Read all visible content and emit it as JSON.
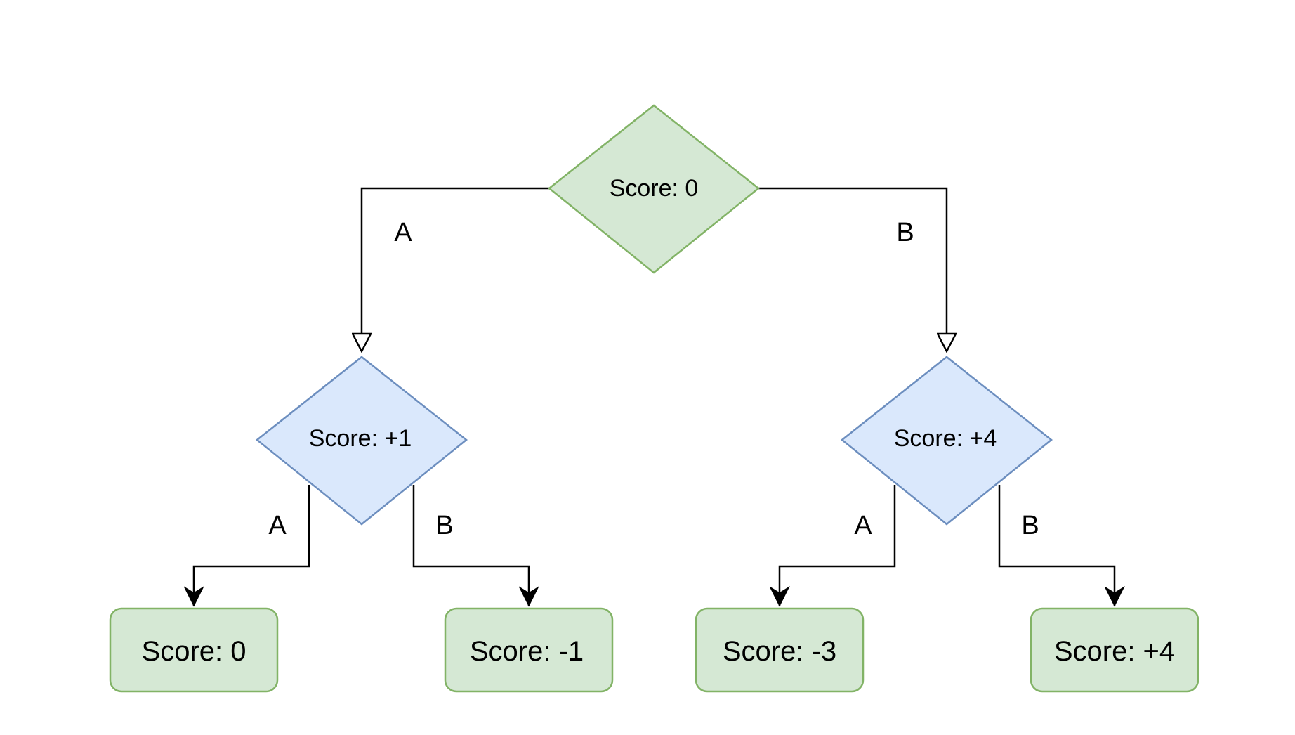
{
  "diagram": {
    "colors": {
      "green_fill": "#d5e8d4",
      "green_stroke": "#82b366",
      "blue_fill": "#dae8fc",
      "blue_stroke": "#6c8ebf",
      "edge": "#000000"
    },
    "root": {
      "label": "Score: 0",
      "shape": "diamond"
    },
    "left_decision": {
      "label": "Score: +1",
      "shape": "diamond"
    },
    "right_decision": {
      "label": "Score: +4",
      "shape": "diamond"
    },
    "leaves": [
      {
        "label": "Score: 0",
        "shape": "rounded-rectangle"
      },
      {
        "label": "Score: -1",
        "shape": "rounded-rectangle"
      },
      {
        "label": "Score: -3",
        "shape": "rounded-rectangle"
      },
      {
        "label": "Score: +4",
        "shape": "rounded-rectangle"
      }
    ],
    "edge_labels": {
      "root_left": "A",
      "root_right": "B",
      "left_a": "A",
      "left_b": "B",
      "right_a": "A",
      "right_b": "B"
    }
  }
}
